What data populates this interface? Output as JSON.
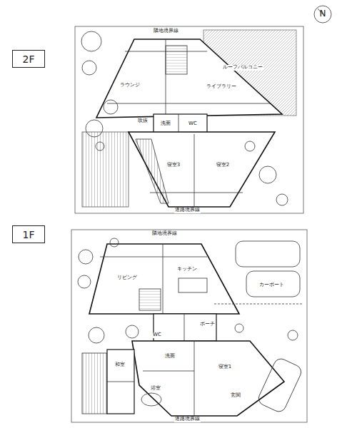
{
  "diagram": {
    "nodes": [
      {
        "text": [
          "2F"
        ]
      },
      {
        "text": [
          "1F"
        ]
      }
    ],
    "labels": [
      "N",
      "隣地境界線",
      "ラウンジ",
      "ライブラリー",
      "ルーフバルコニー",
      "WC",
      "洗面",
      "寝室3",
      "寝室2",
      "吹抜",
      "道路境界線",
      "隣地境界線",
      "リビング",
      "キッチン",
      "カーポート",
      "洗面",
      "WC",
      "浴室",
      "和室",
      "寝室1",
      "玄関",
      "ポーチ",
      "道路境界線"
    ]
  }
}
